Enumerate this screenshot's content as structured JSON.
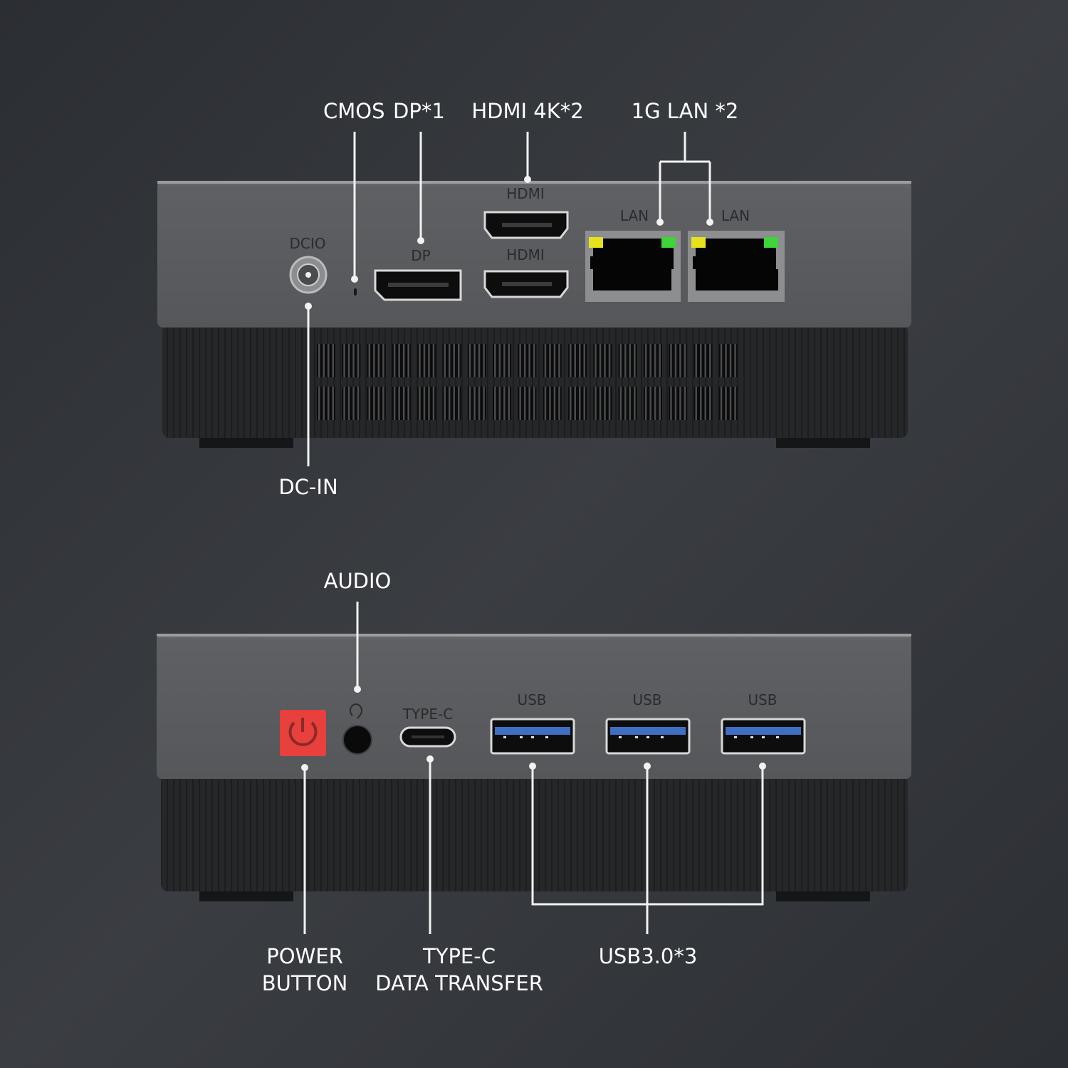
{
  "top_device": {
    "callouts": {
      "cmos": "CMOS",
      "dp": "DP*1",
      "hdmi": "HDMI 4K*2",
      "lan": "1G LAN *2",
      "dcin": "DC-IN"
    },
    "port_labels": {
      "dcio": "DCIO",
      "dp": "DP",
      "hdmi_top": "HDMI",
      "hdmi_bottom": "HDMI",
      "lan_1": "LAN",
      "lan_2": "LAN"
    }
  },
  "bottom_device": {
    "callouts": {
      "audio": "AUDIO",
      "power_line1": "POWER",
      "power_line2": "BUTTON",
      "typec_line1": "TYPE-C",
      "typec_line2": "DATA TRANSFER",
      "usb": "USB3.0*3"
    },
    "port_labels": {
      "typec": "TYPE-C",
      "usb_1": "USB",
      "usb_2": "USB",
      "usb_3": "USB"
    }
  },
  "colors": {
    "power_button": "#e8403c",
    "usb_tongue": "#3f6fc4",
    "lan_led_yellow": "#e6e21c",
    "lan_led_green": "#3ed43a"
  }
}
